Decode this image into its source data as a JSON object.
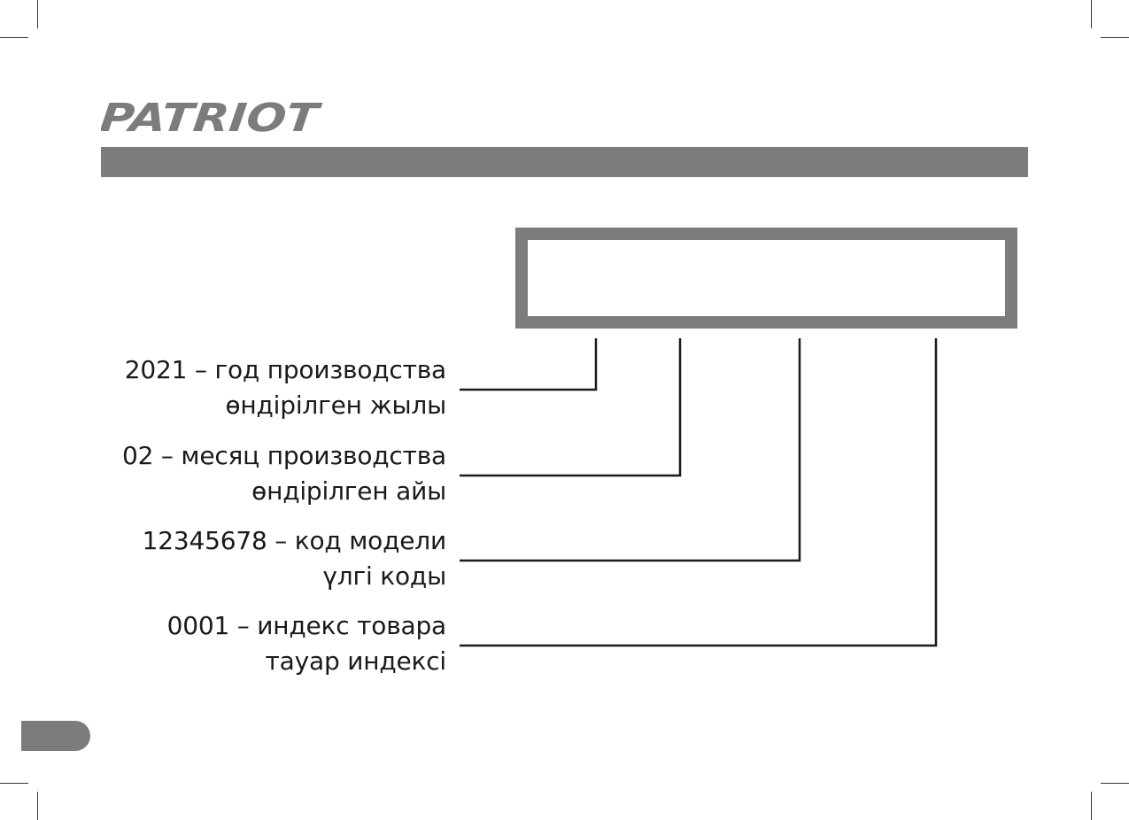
{
  "brand": {
    "logo_text": "PATRIOT",
    "logo_color": "#7d7b7b"
  },
  "colors": {
    "bar": "#7d7b7b",
    "text": "#1a1a1a",
    "line": "#1a1a1a"
  },
  "serial_breakdown": [
    {
      "ru": "2021 – год производства",
      "kz": "өндірілген жылы"
    },
    {
      "ru": "02 – месяц производства",
      "kz": "өндірілген айы"
    },
    {
      "ru": "12345678 – код модели",
      "kz": "үлгі коды"
    },
    {
      "ru": "0001 – индекс товара",
      "kz": "тауар индексі"
    }
  ]
}
